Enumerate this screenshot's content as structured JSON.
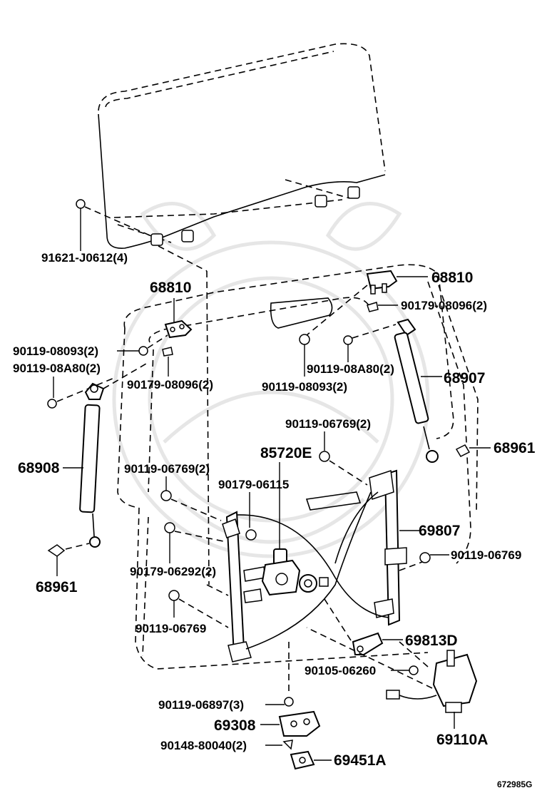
{
  "callouts": {
    "p91621": "91621-J0612(4)",
    "p68810_left": "68810",
    "p68810_right": "68810",
    "p90179_08096_right": "90179-08096(2)",
    "p90119_08093_left": "90119-08093(2)",
    "p90119_08A80_left": "90119-08A80(2)",
    "p90179_08096_left": "90179-08096(2)",
    "p90119_08A80_right": "90119-08A80(2)",
    "p90119_08093_right": "90119-08093(2)",
    "p68907": "68907",
    "p90119_06769_top": "90119-06769(2)",
    "p68908": "68908",
    "p85720E": "85720E",
    "p68961_right": "68961",
    "p90119_06769_left": "90119-06769(2)",
    "p90179_06115": "90179-06115",
    "p69807": "69807",
    "p90119_06769_single_right": "90119-06769",
    "p68961_left": "68961",
    "p90179_06292": "90179-06292(2)",
    "p90119_06769_single_left": "90119-06769",
    "p69813D": "69813D",
    "p90105_06260": "90105-06260",
    "p90119_06897": "90119-06897(3)",
    "p69308": "69308",
    "p69110A": "69110A",
    "p90148_80040": "90148-80040(2)",
    "p69451A": "69451A"
  },
  "figure_code": "672985G"
}
